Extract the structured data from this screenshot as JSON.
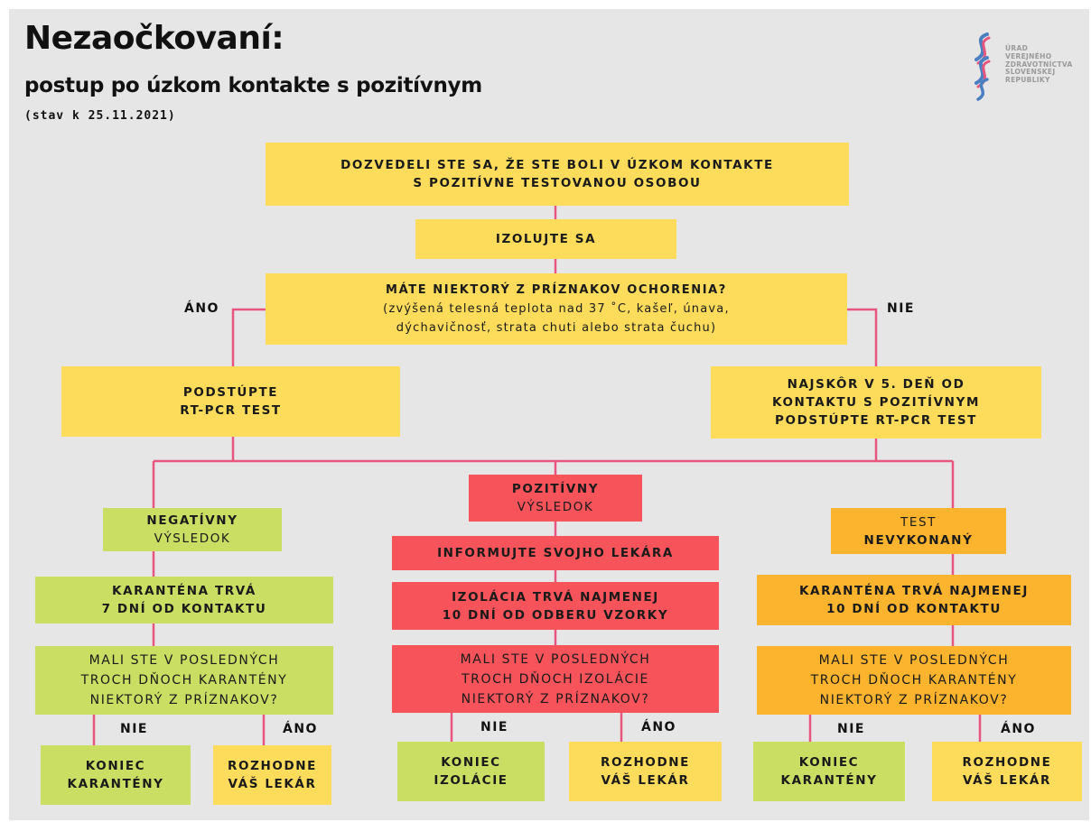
{
  "header": {
    "title": "Nezaočkovaní:",
    "subtitle": "postup po úzkom kontakte s pozitívnym",
    "date": "(stav k 25.11.2021)"
  },
  "logo": {
    "icon": "ribbon-logo-icon",
    "lines": [
      "ÚRAD",
      "VEREJNÉHO",
      "ZDRAVOTNÍCTVA",
      "SLOVENSKEJ",
      "REPUBLIKY"
    ]
  },
  "colors": {
    "background": "#e6e6e6",
    "yellow": "#fddc5c",
    "green": "#c9de63",
    "red": "#f7535a",
    "orange": "#fcb42f",
    "connector": "#e8557f",
    "logo_blue": "#4a7fc1",
    "logo_red": "#e8557f"
  },
  "flow": {
    "contact": [
      "DOZVEDELI STE SA, ŽE STE BOLI V ÚZKOM KONTAKTE",
      "S POZITÍVNE TESTOVANOU OSOBOU"
    ],
    "isolate": "IZOLUJTE SA",
    "symptoms_question": "MÁTE NIEKTORÝ Z PRÍZNAKOV OCHORENIA?",
    "symptoms_list": [
      "(zvýšená telesná teplota nad 37 ˚C, kašeľ, únava,",
      "dýchavičnosť, strata chuti alebo strata čuchu)"
    ],
    "yes_label": "ÁNO",
    "no_label": "NIE",
    "test_now": [
      "PODSTÚPTE",
      "RT-PCR TEST"
    ],
    "test_day5": [
      "NAJSKÔR V 5. DEŇ OD",
      "KONTAKTU S POZITÍVNYM",
      "PODSTÚPTE RT-PCR TEST"
    ]
  },
  "negative": {
    "result": [
      "NEGATÍVNY",
      "VÝSLEDOK"
    ],
    "quarantine": [
      "KARANTÉNA TRVÁ",
      "7 DNÍ OD KONTAKTU"
    ],
    "question": [
      "MALI STE V POSLEDNÝCH",
      "TROCH DŇOCH KARANTÉNY",
      "NIEKTORÝ Z PRÍZNAKOV?"
    ],
    "no_label": "NIE",
    "yes_label": "ÁNO",
    "end": [
      "KONIEC",
      "KARANTÉNY"
    ],
    "doctor": [
      "ROZHODNE",
      "VÁŠ LEKÁR"
    ]
  },
  "positive": {
    "result": [
      "POZITÍVNY",
      "VÝSLEDOK"
    ],
    "inform": "INFORMUJTE SVOJHO LEKÁRA",
    "isolation": [
      "IZOLÁCIA TRVÁ NAJMENEJ",
      "10 DNÍ OD ODBERU VZORKY"
    ],
    "question": [
      "MALI STE V POSLEDNÝCH",
      "TROCH DŇOCH IZOLÁCIE",
      "NIEKTORÝ Z PRÍZNAKOV?"
    ],
    "no_label": "NIE",
    "yes_label": "ÁNO",
    "end": [
      "KONIEC",
      "IZOLÁCIE"
    ],
    "doctor": [
      "ROZHODNE",
      "VÁŠ LEKÁR"
    ]
  },
  "not_done": {
    "result": [
      "TEST",
      "NEVYKONANÝ"
    ],
    "quarantine": [
      "KARANTÉNA TRVÁ NAJMENEJ",
      "10 DNÍ OD KONTAKTU"
    ],
    "question": [
      "MALI STE V POSLEDNÝCH",
      "TROCH DŇOCH KARANTÉNY",
      "NIEKTORÝ Z PRÍZNAKOV?"
    ],
    "no_label": "NIE",
    "yes_label": "ÁNO",
    "end": [
      "KONIEC",
      "KARANTÉNY"
    ],
    "doctor": [
      "ROZHODNE",
      "VÁŠ LEKÁR"
    ]
  }
}
